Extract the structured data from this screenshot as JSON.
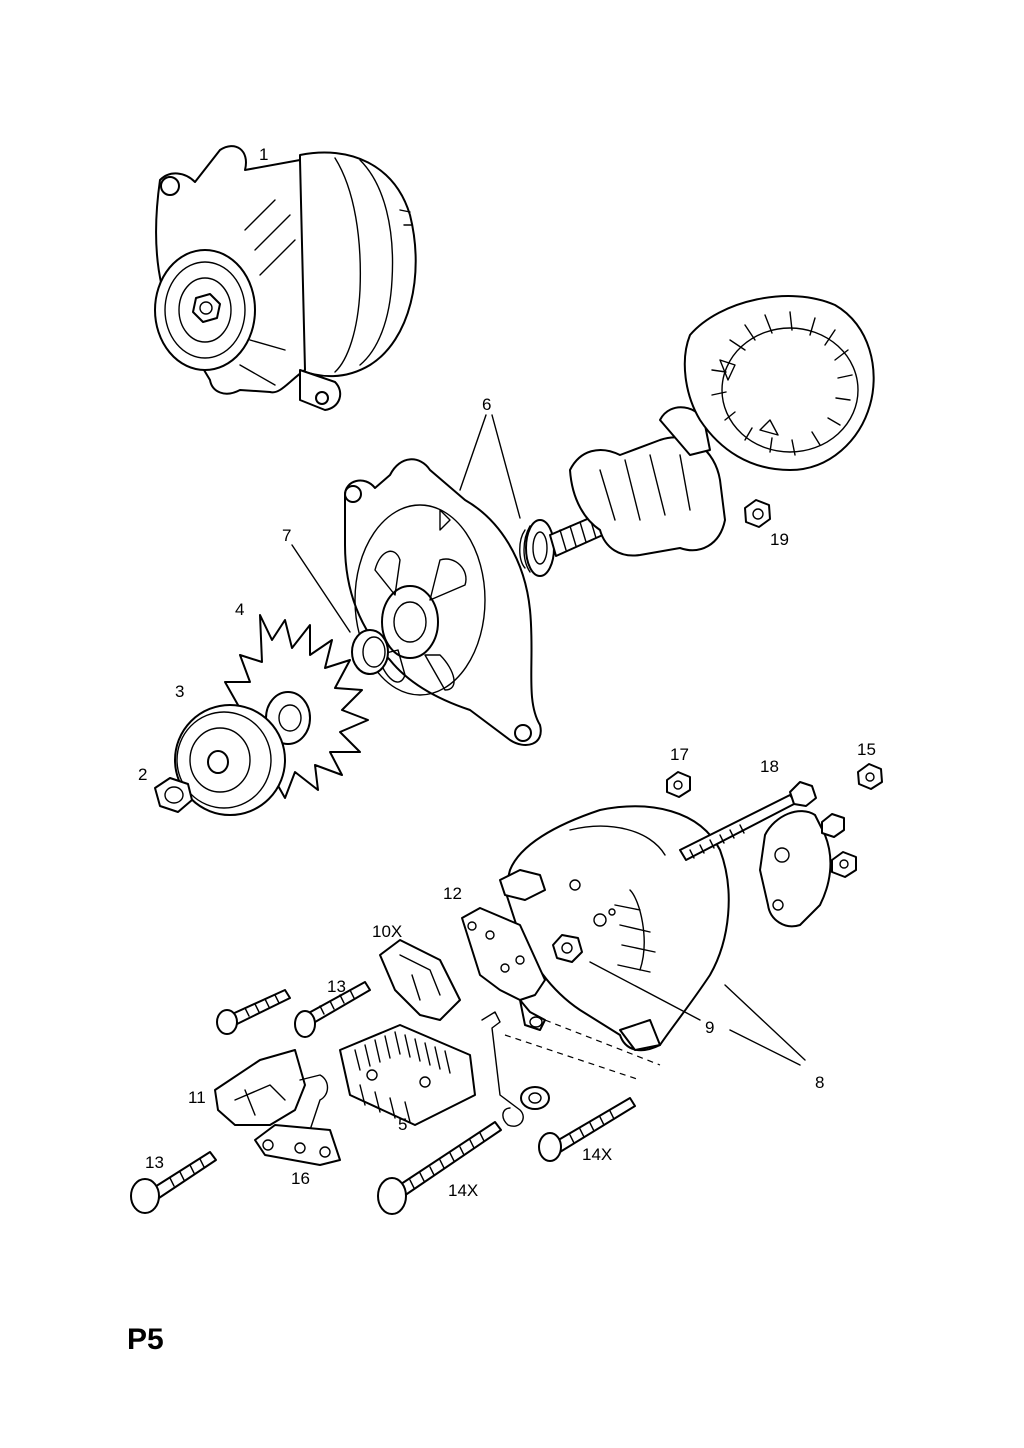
{
  "page_label": "P5",
  "callouts": {
    "c1": "1",
    "c2": "2",
    "c3": "3",
    "c4": "4",
    "c5": "5",
    "c6": "6",
    "c7": "7",
    "c8": "8",
    "c9": "9",
    "c10x": "10X",
    "c11": "11",
    "c12": "12",
    "c13a": "13",
    "c13b": "13",
    "c14xa": "14X",
    "c14xb": "14X",
    "c15": "15",
    "c16": "16",
    "c17": "17",
    "c18": "18",
    "c19": "19"
  }
}
